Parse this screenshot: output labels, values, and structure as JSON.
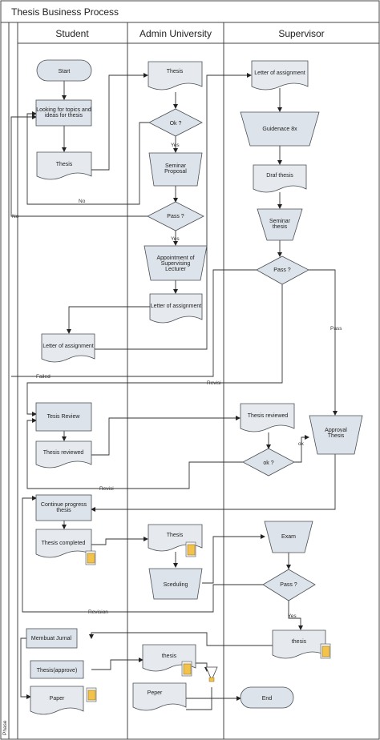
{
  "title": "Thesis Business Process",
  "lanes": [
    "Student",
    "Admin University",
    "Supervisor"
  ],
  "phase_label": "Phase",
  "nodes": {
    "start": "Start",
    "looking_topics": "Looking for topics and ideas for thesis",
    "thesis_student": "Thesis",
    "thesis_admin": "Thesis",
    "ok_decision": "Ok ?",
    "seminar_proposal": "Seminar Proposal",
    "pass_decision_admin": "Pass ?",
    "appointment": "Appointment of Supervising Lecturer",
    "letter_admin": "Letter of assignment",
    "letter_student": "Letter of assignment",
    "letter_supervisor": "Letter of assignment",
    "guidance": "Guidenace 8x",
    "draf_thesis": "Draf thesis",
    "seminar_thesis": "Seminar thesis",
    "pass_decision_sup": "Pass ?",
    "tesis_review": "Tesis Review",
    "thesis_reviewed_student": "Thesis reviewed",
    "thesis_reviewed_sup": "Thesis reviewed",
    "ok_decision_sup": "ok ?",
    "approval_thesis": "Approval Thesis",
    "continue_progress": "Continue progress thesis",
    "thesis_completed": "Thesis completed",
    "thesis_admin2": "Thesis",
    "sceduling": "Sceduling",
    "exam": "Exam",
    "pass_decision_exam": "Pass ?",
    "thesis_sup2": "thesis",
    "membuat_jurnal": "Membuat Jurnal",
    "thesis_approve": "Thesis(approve)",
    "paper_student": "Paper",
    "thesis_admin3": "thesis",
    "peper_admin": "Peper",
    "end": "End"
  },
  "edge_labels": {
    "no1": "No",
    "yes1": "Yes",
    "no2": "No",
    "yes2": "Yes",
    "failed": "Failed",
    "revisi1": "Revisi",
    "pass": "Pass",
    "ok": "ok",
    "revisi2": "Revisi",
    "revision": "Revision",
    "yes3": "Yes"
  }
}
